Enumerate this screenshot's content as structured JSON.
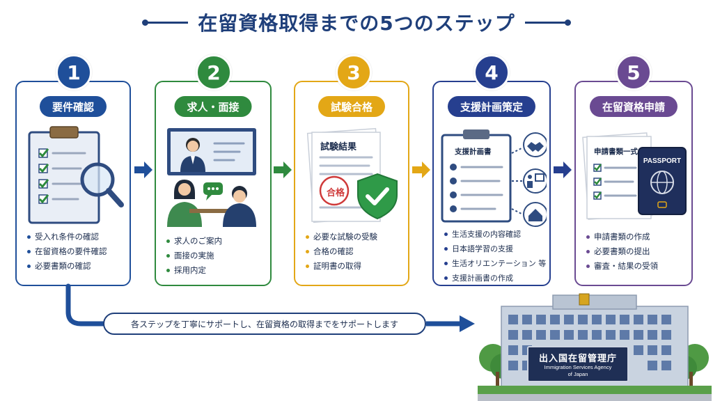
{
  "title": "在留資格取得までの5つのステップ",
  "steps": [
    {
      "number": "1",
      "label": "要件確認",
      "color": "#1f4f9a",
      "bullets": [
        "受入れ条件の確認",
        "在留資格の要件確認",
        "必要書類の確認"
      ]
    },
    {
      "number": "2",
      "label": "求人・面接",
      "color": "#2f8a3e",
      "bullets": [
        "求人のご案内",
        "面接の実施",
        "採用内定"
      ]
    },
    {
      "number": "3",
      "label": "試験合格",
      "color": "#e3a716",
      "bullets": [
        "必要な試験の受験",
        "合格の確認",
        "証明書の取得"
      ],
      "document_title": "試験結果",
      "stamp": "合格"
    },
    {
      "number": "4",
      "label": "支援計画策定",
      "color": "#263f8f",
      "bullets": [
        "生活支援の内容確認",
        "日本語学習の支援",
        "生活オリエンテーション 等",
        "支援計画書の作成"
      ],
      "document_title": "支援計画書"
    },
    {
      "number": "5",
      "label": "在留資格申請",
      "color": "#6a4a92",
      "bullets": [
        "申請書類の作成",
        "必要書類の提出",
        "審査・結果の受領"
      ],
      "document_title": "申請書類一式",
      "passport": "PASSPORT"
    }
  ],
  "bottom_message": "各ステップを丁寧にサポートし、在留資格の取得までをサポートします",
  "building_sign": {
    "japanese": "出入国在留管理庁",
    "english_line1": "Immigration Services Agency",
    "english_line2": "of Japan"
  },
  "colors": {
    "title": "#1f3f7a",
    "connector": "#1f4f9a"
  }
}
